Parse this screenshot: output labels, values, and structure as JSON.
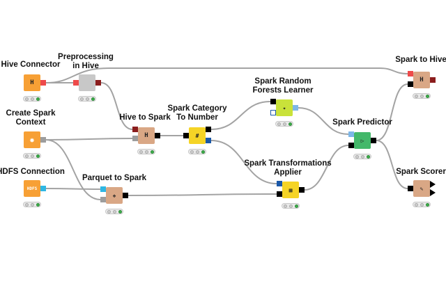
{
  "workflow": {
    "nodes": [
      {
        "id": "hive_connector",
        "label": "Hive Connector",
        "color": "#f7a035",
        "icon": "hive-icon",
        "glyph": "H",
        "status": "green"
      },
      {
        "id": "preprocessing_in_hive",
        "label": "Preprocessing\nin Hive",
        "color": "#c8c8c8",
        "icon": "metanode-icon",
        "glyph": "",
        "status": "green"
      },
      {
        "id": "create_spark_context",
        "label": "Create Spark\nContext",
        "color": "#f7a035",
        "icon": "spark-icon",
        "glyph": "✸",
        "status": "green"
      },
      {
        "id": "hdfs_connection",
        "label": "HDFS Connection",
        "color": "#f7a035",
        "icon": "hdfs-lock-icon",
        "glyph": "HDFS",
        "status": "green"
      },
      {
        "id": "hive_to_spark",
        "label": "Hive to Spark",
        "color": "#d9a785",
        "icon": "hive-to-spark-icon",
        "glyph": "H",
        "status": "green"
      },
      {
        "id": "parquet_to_spark",
        "label": "Parquet to Spark",
        "color": "#d9a785",
        "icon": "parquet-icon",
        "glyph": "❖",
        "status": "green"
      },
      {
        "id": "spark_category_to_number",
        "label": "Spark Category\nTo Number",
        "color": "#f5d426",
        "icon": "category-number-icon",
        "glyph": "#",
        "status": "green"
      },
      {
        "id": "spark_random_forests_learner",
        "label": "Spark Random\nForests Learner",
        "color": "#c9e23a",
        "icon": "forest-icon",
        "glyph": "✦",
        "status": "green"
      },
      {
        "id": "spark_transformations_applier",
        "label": "Spark Transformations\nApplier",
        "color": "#f5d426",
        "icon": "transform-icon",
        "glyph": "▦",
        "status": "green"
      },
      {
        "id": "spark_predictor",
        "label": "Spark Predictor",
        "color": "#43b86a",
        "icon": "predictor-icon",
        "glyph": "▷",
        "status": "green"
      },
      {
        "id": "spark_to_hive",
        "label": "Spark to Hive",
        "color": "#d9a785",
        "icon": "spark-to-hive-icon",
        "glyph": "H",
        "status": "green"
      },
      {
        "id": "spark_scorer",
        "label": "Spark Scorer",
        "color": "#d9a785",
        "icon": "scorer-icon",
        "glyph": "✎",
        "status": "green"
      }
    ],
    "colors": {
      "connection": "#a3a3a3",
      "port_data": "#000000",
      "port_hive": "#ee4a4a",
      "port_hive_out": "#8b1d1d",
      "port_spark": "#9d9d9d",
      "port_hdfs": "#2fb7e3",
      "port_model": "#7db7e8",
      "port_pmml": "#1a58a8"
    }
  }
}
